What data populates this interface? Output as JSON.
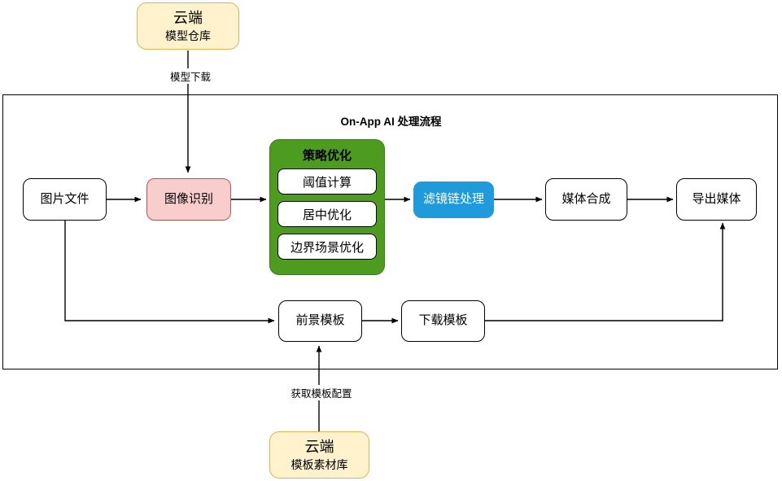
{
  "diagram": {
    "title": "On-App AI 处理流程",
    "colors": {
      "cloud_fill": "#fff2cc",
      "cloud_stroke": "#d6b656",
      "pink_fill": "#f8cecc",
      "pink_stroke": "#b85450",
      "green_fill": "#4d9c1f",
      "blue_fill": "#1f9bdc",
      "plain_fill": "#ffffff",
      "stroke": "#000000"
    }
  },
  "nodes": {
    "cloud_top": {
      "title": "云端",
      "subtitle": "模型仓库"
    },
    "cloud_bottom": {
      "title": "云端",
      "subtitle": "模板素材库"
    },
    "image_file": {
      "label": "图片文件"
    },
    "image_recognition": {
      "label": "图像识别"
    },
    "strategy_group": {
      "title": "策略优化",
      "items": [
        {
          "label": "阈值计算"
        },
        {
          "label": "居中优化"
        },
        {
          "label": "边界场景优化"
        }
      ]
    },
    "filter_chain": {
      "label": "滤镜链处理"
    },
    "media_compose": {
      "label": "媒体合成"
    },
    "media_export": {
      "label": "导出媒体"
    },
    "foreground_template": {
      "label": "前景模板"
    },
    "download_template": {
      "label": "下载模板"
    }
  },
  "edge_labels": {
    "model_download": "模型下载",
    "fetch_template_config": "获取模板配置"
  }
}
